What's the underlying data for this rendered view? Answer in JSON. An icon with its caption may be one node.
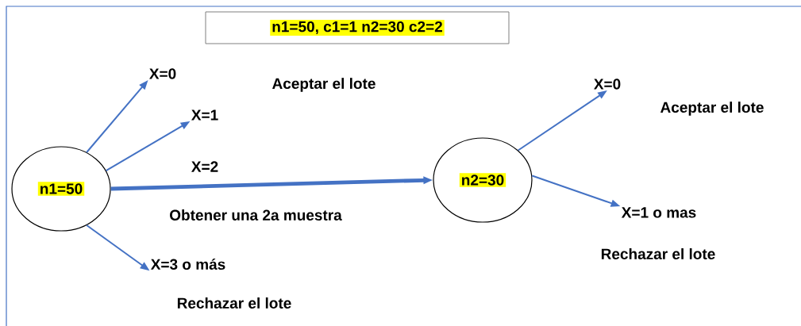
{
  "diagram": {
    "nodes": [
      {
        "text": [
          "n1=50, c1=1 n2=30 c2=2"
        ]
      },
      {
        "text": [
          "n1=50"
        ]
      },
      {
        "text": [
          "n2=30"
        ]
      },
      {
        "text": [
          "X=0"
        ]
      },
      {
        "text": [
          "X=1"
        ]
      },
      {
        "text": [
          "X=3 o más"
        ]
      },
      {
        "text": [
          "X=0"
        ]
      },
      {
        "text": [
          "X=1 o mas"
        ]
      }
    ],
    "edges": [
      {
        "from": 1,
        "to": 3,
        "arrow": "to"
      },
      {
        "from": 1,
        "to": 4,
        "arrow": "to"
      },
      {
        "from": 1,
        "to": 2,
        "arrow": "to",
        "label": "X=2",
        "style": "thick"
      },
      {
        "from": 1,
        "to": 5,
        "arrow": "to"
      },
      {
        "from": 2,
        "to": 6,
        "arrow": "to"
      },
      {
        "from": 2,
        "to": 7,
        "arrow": "to"
      }
    ],
    "labels": [
      "Aceptar el lote",
      "Aceptar el lote",
      "Obtener una 2a muestra",
      "Rechazar el lote",
      "Rechazar el lote"
    ]
  }
}
